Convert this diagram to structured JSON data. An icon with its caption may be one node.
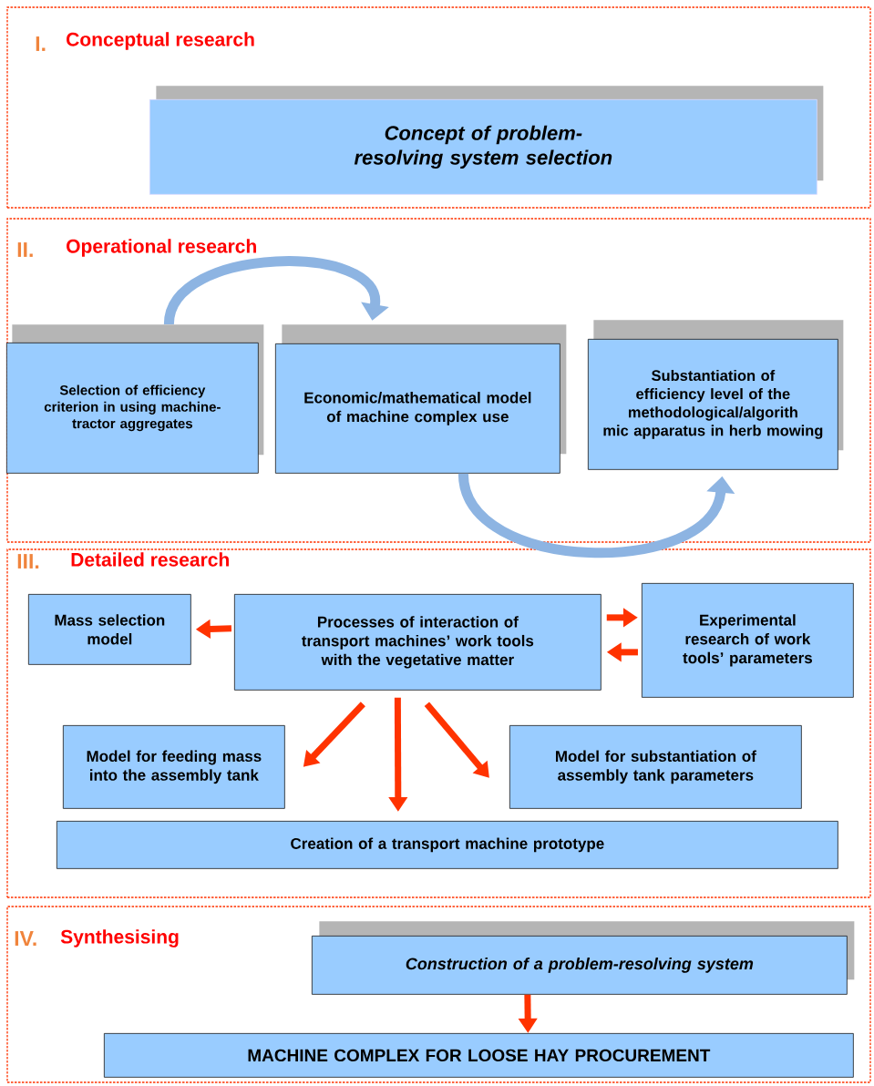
{
  "diagram": {
    "nodes": [
      {
        "text": [
          "I.",
          "Conceptual research"
        ]
      },
      {
        "text": [
          "Concept of problem-resolving system selection"
        ],
        "in": 0
      },
      {
        "text": [
          "II.",
          "Operational research"
        ]
      },
      {
        "text": [
          "Selection of efficiency criterion in using machine-tractor aggregates"
        ],
        "in": 2
      },
      {
        "text": [
          "Economic/mathematical model of machine complex use"
        ],
        "in": 2
      },
      {
        "text": [
          "Substantiation of efficiency level of the methodological/algorith mic apparatus in herb mowing"
        ],
        "in": 2
      },
      {
        "text": [
          "III.",
          "Detailed research"
        ]
      },
      {
        "text": [
          "Mass selection model"
        ],
        "in": 6
      },
      {
        "text": [
          "Processes of interaction of transport machines’ work tools with the vegetative matter"
        ],
        "in": 6
      },
      {
        "text": [
          "Experimental research of work tools’ parameters"
        ],
        "in": 6
      },
      {
        "text": [
          "Model for feeding mass into the assembly tank"
        ],
        "in": 6
      },
      {
        "text": [
          "Model for substantiation of assembly tank parameters"
        ],
        "in": 6
      },
      {
        "text": [
          "Creation of a transport machine prototype"
        ],
        "in": 6
      },
      {
        "text": [
          "IV.",
          "Synthesising"
        ]
      },
      {
        "text": [
          "Construction of a problem-resolving system"
        ],
        "in": 13
      },
      {
        "text": [
          "MACHINE COMPLEX FOR LOOSE HAY PROCUREMENT"
        ],
        "in": 13
      }
    ],
    "edges": [
      {
        "from": 3,
        "to": 4,
        "arrow": "to",
        "color": "#8db4e2"
      },
      {
        "from": 4,
        "to": 5,
        "arrow": "to",
        "color": "#8db4e2"
      },
      {
        "from": 8,
        "to": 7,
        "arrow": "to"
      },
      {
        "from": 8,
        "to": 9,
        "arrow": "to"
      },
      {
        "from": 9,
        "to": 8,
        "arrow": "to"
      },
      {
        "from": 8,
        "to": 10,
        "arrow": "to"
      },
      {
        "from": 8,
        "to": 12,
        "arrow": "to"
      },
      {
        "from": 8,
        "to": 11,
        "arrow": "to"
      },
      {
        "from": 14,
        "to": 15,
        "arrow": "to"
      }
    ]
  }
}
